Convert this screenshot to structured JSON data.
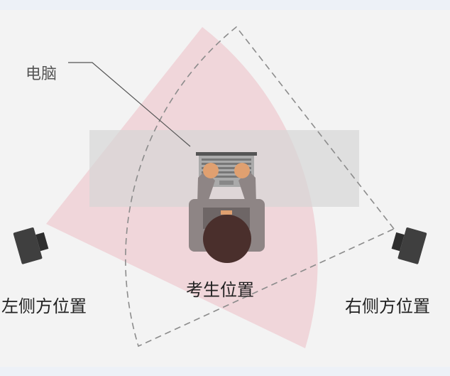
{
  "labels": {
    "computer": "电脑",
    "candidate_position": "考生位置",
    "left_side_position": "左侧方位置",
    "right_side_position": "右侧方位置"
  },
  "colors": {
    "left_camera_view": "#f0d3d7",
    "right_camera_view_outline": "#8c8c8c",
    "desk": "#dadada",
    "person_head": "#4a2f2c",
    "person_hands": "#e0a070",
    "camera_body": "#3f3f3f"
  },
  "icons": {
    "left_camera": "camera-icon",
    "right_camera": "camera-icon",
    "laptop": "laptop-icon",
    "person": "person-topdown-icon"
  }
}
